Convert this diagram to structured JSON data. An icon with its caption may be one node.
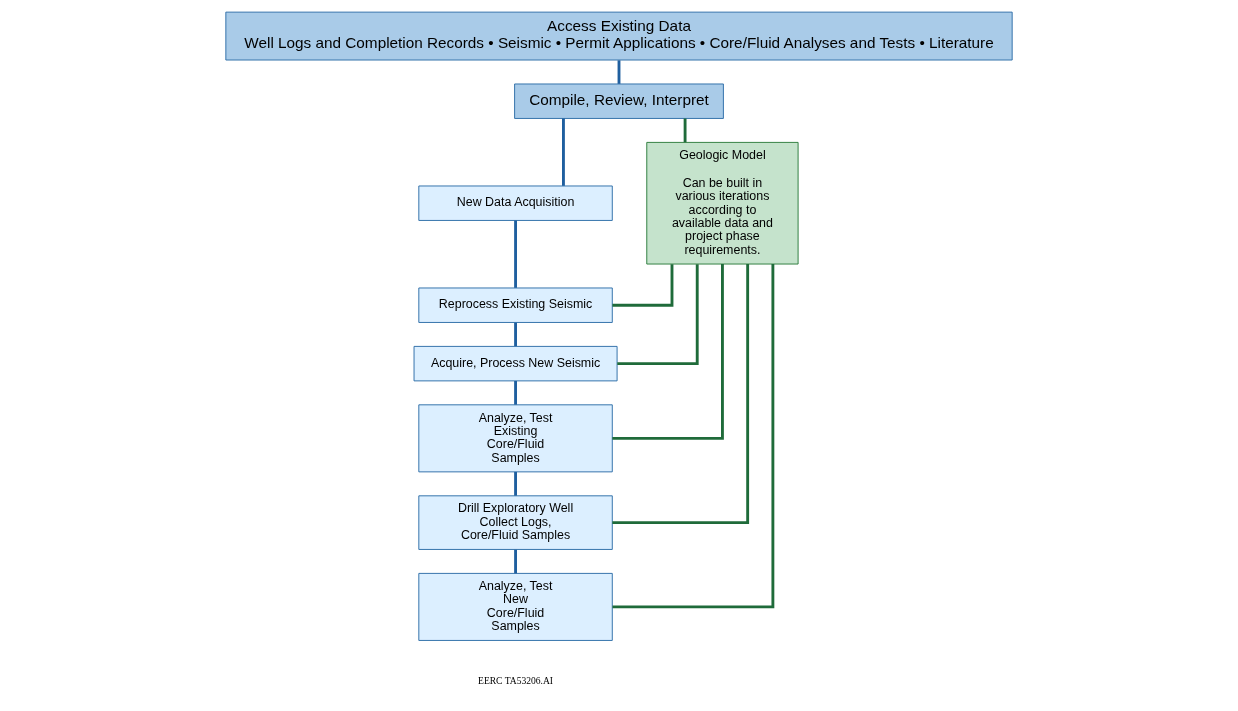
{
  "diagram": {
    "nodes": [
      {
        "text": [
          "Access Existing Data",
          "Well Logs and Completion Records • Seismic • Permit Applications • Core/Fluid Analyses and Tests • Literature"
        ]
      },
      {
        "text": [
          "Compile, Review, Interpret"
        ]
      },
      {
        "text": [
          "New Data Acquisition"
        ]
      },
      {
        "text": [
          "Geologic Model",
          "Can be built in various iterations according to available data and project phase requirements."
        ]
      },
      {
        "text": [
          "Reprocess Existing Seismic"
        ]
      },
      {
        "text": [
          "Acquire, Process New Seismic"
        ]
      },
      {
        "text": [
          "Analyze, Test Existing Core/Fluid Samples"
        ]
      },
      {
        "text": [
          "Drill Exploratory Well Collect Logs, Core/Fluid Samples"
        ]
      },
      {
        "text": [
          "Analyze, Test New Core/Fluid Samples"
        ]
      }
    ],
    "edges": [
      {
        "from": 0,
        "to": 1,
        "arrow": "none"
      },
      {
        "from": 1,
        "to": 3,
        "arrow": "none",
        "color": "#1f6b3a"
      },
      {
        "from": 1,
        "to": 2,
        "arrow": "none"
      },
      {
        "from": 2,
        "to": 4,
        "arrow": "none"
      },
      {
        "from": 3,
        "to": 4,
        "arrow": "none",
        "color": "#1f6b3a"
      },
      {
        "from": 4,
        "to": 5,
        "arrow": "none"
      },
      {
        "from": 3,
        "to": 5,
        "arrow": "none",
        "color": "#1f6b3a"
      },
      {
        "from": 5,
        "to": 6,
        "arrow": "none"
      },
      {
        "from": 3,
        "to": 6,
        "arrow": "none",
        "color": "#1f6b3a"
      },
      {
        "from": 6,
        "to": 7,
        "arrow": "none"
      },
      {
        "from": 3,
        "to": 7,
        "arrow": "none",
        "color": "#1f6b3a"
      },
      {
        "from": 7,
        "to": 8,
        "arrow": "none"
      },
      {
        "from": 3,
        "to": 8,
        "arrow": "none",
        "color": "#1f6b3a"
      }
    ],
    "labels": [
      "EERC TA53206.AI"
    ]
  }
}
